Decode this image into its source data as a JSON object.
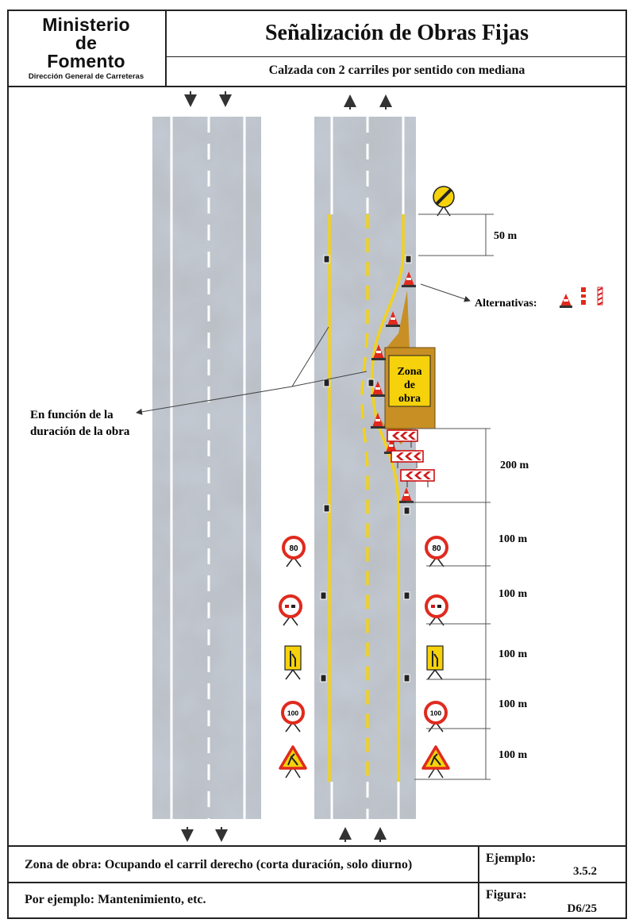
{
  "header": {
    "logo_lines": [
      "Ministerio",
      "de",
      "Fomento"
    ],
    "logo_sub": "Dirección General de Carreteras",
    "title": "Señalización de Obras Fijas",
    "subtitle": "Calzada con 2 carriles por sentido con mediana"
  },
  "diagram": {
    "work_zone_label": [
      "Zona",
      "de",
      "obra"
    ],
    "alternatives_label": "Alternativas:",
    "duration_note": [
      "En función de la",
      "duración de la obra"
    ],
    "distances": [
      "50 m",
      "200 m",
      "100 m",
      "100 m",
      "100 m",
      "100 m",
      "100 m"
    ],
    "speed_limits": [
      "80",
      "100"
    ],
    "colors": {
      "asphalt": "#b9bdc3",
      "yellow_marking": "#f1d21d",
      "work_zone_fill": "#c88f24",
      "sign_red": "#e02a1e",
      "sign_yellow": "#f5d20b"
    }
  },
  "footer": {
    "description": "Zona de obra: Ocupando el carril derecho (corta duración, solo diurno)",
    "example_note": "Por ejemplo: Mantenimiento, etc.",
    "example_label": "Ejemplo:",
    "example_value": "3.5.2",
    "figure_label": "Figura:",
    "figure_value": "D6/25"
  }
}
